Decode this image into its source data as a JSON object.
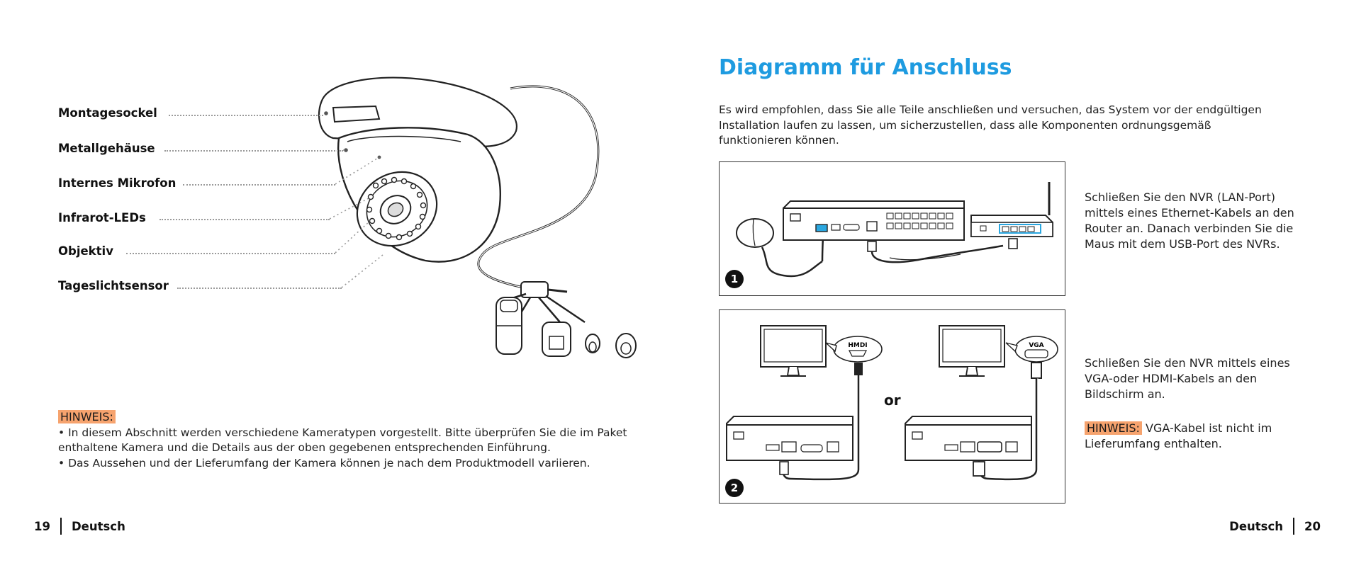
{
  "left_page": {
    "parts": [
      {
        "label": "Montagesockel"
      },
      {
        "label": "Metallgehäuse"
      },
      {
        "label": "Internes Mikrofon"
      },
      {
        "label": "Infrarot-LEDs"
      },
      {
        "label": "Objektiv"
      },
      {
        "label": "Tageslichtsensor"
      }
    ],
    "note_label": "HINWEIS:",
    "note_lines": [
      "• In diesem Abschnitt werden verschiedene Kameratypen vorgestellt. Bitte überprüfen Sie die im Paket enthaltene Kamera und die Details aus der oben gegebenen entsprechenden Einführung.",
      "• Das Aussehen und der Lieferumfang der Kamera können je nach dem Produktmodell variieren."
    ],
    "page_number": "19",
    "language": "Deutsch"
  },
  "right_page": {
    "title": "Diagramm für Anschluss",
    "intro": "Es wird empfohlen, dass Sie alle Teile anschließen und versuchen, das System vor der endgültigen Installation laufen zu lassen, um sicherzustellen, dass alle Komponenten ordnungsgemäß funktionieren können.",
    "step1": {
      "badge": "1",
      "text": "Schließen Sie den NVR (LAN-Port) mittels eines Ethernet-Kabels an den Router an. Danach verbinden Sie die Maus mit dem USB-Port des NVRs."
    },
    "step2": {
      "badge": "2",
      "or_label": "or",
      "hdmi_label": "HMDI",
      "vga_label": "VGA",
      "text": "Schließen Sie den NVR mittels eines VGA-oder HDMI-Kabels an den Bildschirm an.",
      "note_label": "HINWEIS:",
      "note_text": " VGA-Kabel ist nicht im Lieferumfang enthalten."
    },
    "language": "Deutsch",
    "page_number": "20"
  },
  "colors": {
    "title_blue": "#1e9be0",
    "note_highlight": "#f6a36e",
    "port_highlight": "#2aa7e0"
  }
}
